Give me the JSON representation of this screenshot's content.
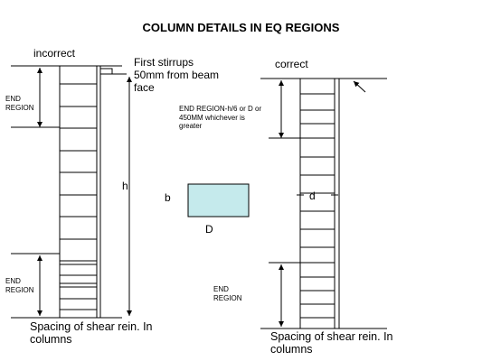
{
  "title": "COLUMN DETAILS IN EQ REGIONS",
  "left": {
    "label": "incorrect",
    "end_region_top": [
      "END",
      "REGION"
    ],
    "end_region_bottom": [
      "END",
      "REGION"
    ],
    "stirrup_note": [
      "First stirrups",
      "50mm from beam",
      "face"
    ],
    "dimension_label": "h",
    "caption": [
      "Spacing of shear rein. In",
      "columns"
    ]
  },
  "right": {
    "label": "correct",
    "note": [
      "END REGION-h/6  or D or",
      "450MM whichever is",
      "greater"
    ],
    "end_region": [
      "END",
      "REGION"
    ],
    "dimension_label": "d",
    "caption": [
      "Spacing of shear rein. In",
      "columns"
    ]
  },
  "section": {
    "width_label": "b",
    "depth_label": "D",
    "fill_color": "#c5eaec"
  }
}
